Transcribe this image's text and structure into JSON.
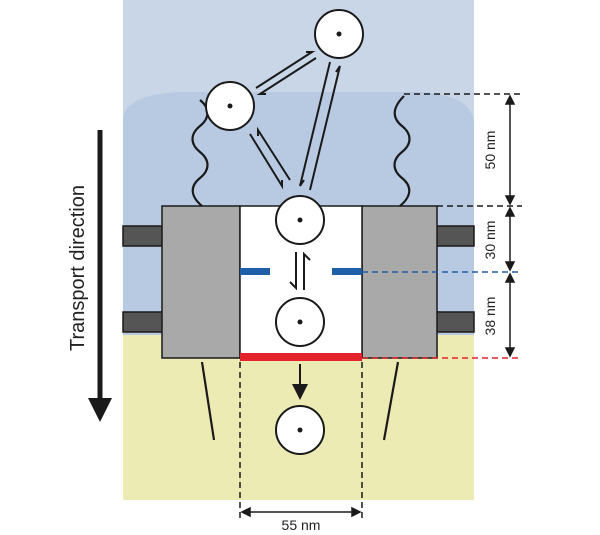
{
  "labels": {
    "transport_direction": "Transport direction",
    "width_label": "55 nm",
    "dim_top": "50 nm",
    "dim_mid": "30 nm",
    "dim_bottom": "38 nm"
  },
  "colors": {
    "upper_compartment": "#c9d6e7",
    "upper_inner": "#b7c9e0",
    "lower_compartment": "#ecebb4",
    "pore_wall": "#a9a9a9",
    "membrane_dark": "#555555",
    "channel": "#ffffff",
    "blue_marker": "#1f5fa8",
    "red_marker": "#e3222b",
    "outline": "#1a1a1a"
  },
  "icons": {
    "particle": "circle-with-dot-icon",
    "equilibrium": "equilibrium-harpoon-icon",
    "arrow": "down-arrow-icon"
  }
}
